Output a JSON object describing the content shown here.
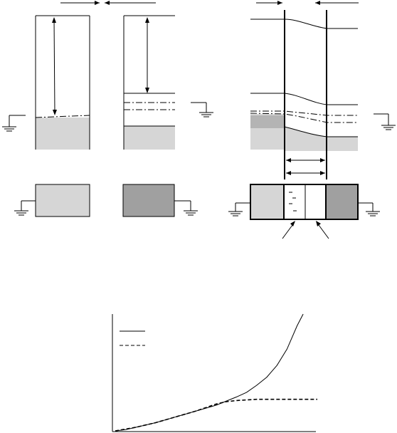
{
  "colors": {
    "line": "#000000",
    "metal_light": "#d6d6d6",
    "metal_dark": "#a0a0a0",
    "band_mid": "#b4b4b4",
    "background": "#ffffff"
  },
  "icons": [
    "ground-symbol",
    "arrow-left",
    "arrow-right",
    "double-arrow"
  ],
  "chart_data": {
    "type": "line",
    "series": [
      {
        "style": "solid",
        "points": [
          [
            0,
            0
          ],
          [
            0.05,
            0.01
          ],
          [
            0.1,
            0.03
          ],
          [
            0.2,
            0.07
          ],
          [
            0.3,
            0.12
          ],
          [
            0.4,
            0.17
          ],
          [
            0.5,
            0.22
          ],
          [
            0.6,
            0.29
          ],
          [
            0.65,
            0.33
          ],
          [
            0.7,
            0.39
          ],
          [
            0.75,
            0.46
          ],
          [
            0.8,
            0.56
          ],
          [
            0.85,
            0.7
          ],
          [
            0.9,
            0.9
          ],
          [
            0.93,
            1.0
          ]
        ]
      },
      {
        "style": "dashed",
        "points": [
          [
            0,
            0
          ],
          [
            0.1,
            0.03
          ],
          [
            0.2,
            0.07
          ],
          [
            0.3,
            0.12
          ],
          [
            0.4,
            0.17
          ],
          [
            0.45,
            0.2
          ],
          [
            0.5,
            0.23
          ],
          [
            0.55,
            0.25
          ],
          [
            0.6,
            0.26
          ],
          [
            0.7,
            0.27
          ],
          [
            0.8,
            0.27
          ],
          [
            0.9,
            0.27
          ],
          [
            1.0,
            0.27
          ]
        ]
      }
    ],
    "legend_items": 2,
    "legend_position": "top-left",
    "grid": false
  }
}
